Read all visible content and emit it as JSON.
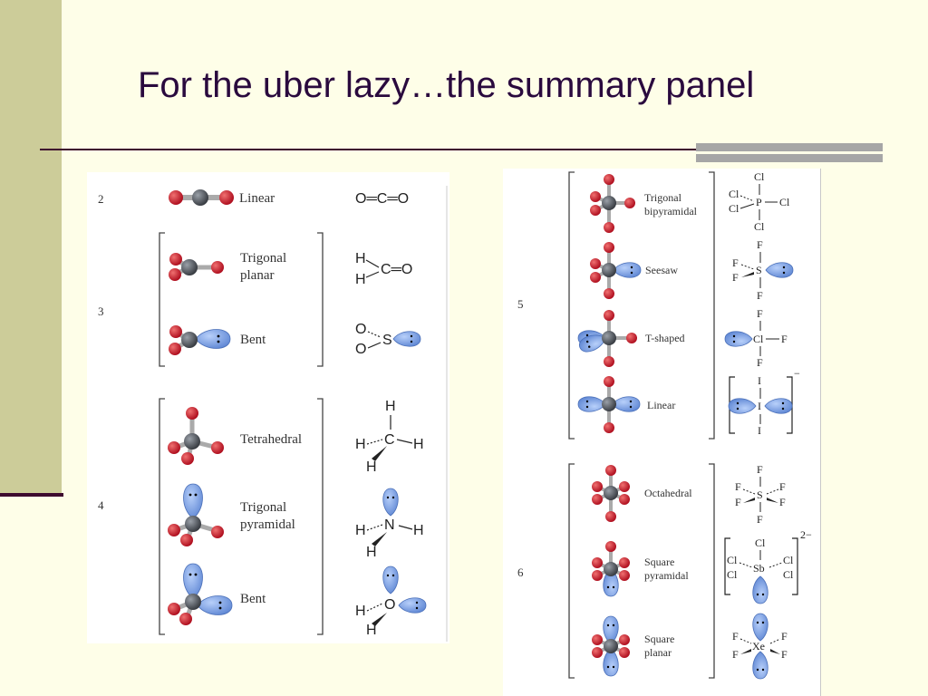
{
  "slide": {
    "title": "For the uber lazy…the summary panel"
  },
  "left_panel": {
    "domain_counts": [
      "2",
      "3",
      "4"
    ],
    "geometries": [
      "Linear",
      "Trigonal planar",
      "Bent",
      "Tetrahedral",
      "Trigonal pyramidal",
      "Bent"
    ],
    "geometry_lines": {
      "trigonal_planar": [
        "Trigonal",
        "planar"
      ],
      "trigonal_pyramidal": [
        "Trigonal",
        "pyramidal"
      ]
    },
    "examples": {
      "co2": "O═C═O",
      "h2co": {
        "h1": "H",
        "h2": "H",
        "rest": "C═O"
      },
      "so2": {
        "o1": "O",
        "o2": "O",
        "s": "S"
      },
      "ch4": {
        "h_top": "H",
        "h_left": "H",
        "c": "C",
        "h_right": "H",
        "h_bottom": "H"
      },
      "nh3": {
        "h_left": "H",
        "n": "N",
        "h_right": "H",
        "h_bottom": "H"
      },
      "h2o": {
        "h_left": "H",
        "o": "O",
        "h_bottom": "H"
      }
    }
  },
  "right_panel": {
    "domain_counts": [
      "5",
      "6"
    ],
    "geometries": [
      "Trigonal bipyramidal",
      "Seesaw",
      "T-shaped",
      "Linear",
      "Octahedral",
      "Square pyramidal",
      "Square planar"
    ],
    "geometry_lines": {
      "trigonal_bipyramidal": [
        "Trigonal",
        "bipyramidal"
      ],
      "square_pyramidal": [
        "Square",
        "pyramidal"
      ],
      "square_planar": [
        "Square",
        "planar"
      ]
    },
    "examples": {
      "pcl5": {
        "top": "Cl",
        "left_a": "Cl",
        "left_b": "Cl",
        "center": "P",
        "right": "Cl",
        "bottom": "Cl"
      },
      "sf4": {
        "top": "F",
        "left_a": "F",
        "left_b": "F",
        "center": "S",
        "bottom": "F"
      },
      "clf3": {
        "top": "F",
        "center": "Cl",
        "right": "F",
        "bottom": "F"
      },
      "i3": {
        "top": "I",
        "center": "I",
        "bottom": "I",
        "charge": "−"
      },
      "sf6": {
        "top": "F",
        "center": "S",
        "bottom": "F",
        "ul": "F",
        "ur": "F",
        "ll": "F",
        "lr": "F"
      },
      "sbcl5": {
        "top": "Cl",
        "center": "Sb",
        "ul": "Cl",
        "ur": "Cl",
        "ll": "Cl",
        "lr": "Cl",
        "charge": "2−"
      },
      "xef4": {
        "center": "Xe",
        "ul": "F",
        "ur": "F",
        "ll": "F",
        "lr": "F"
      }
    }
  },
  "colors": {
    "background": "#fefee8",
    "sidebar": "#cccc99",
    "title_text": "#2a0a3e",
    "rule": "#3d0a2e",
    "oxygen_ball": "#cc1f2f",
    "central_atom": "#555a60",
    "lone_pair": "#7ea3e6"
  }
}
